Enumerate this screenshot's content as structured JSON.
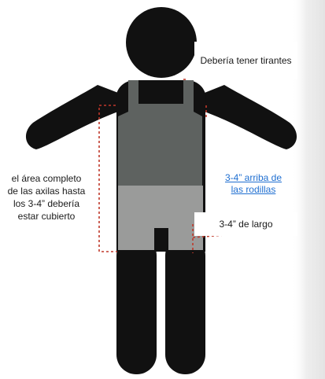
{
  "annotations": {
    "straps": "Debería tener tirantes",
    "armpits_line1": "el área completo",
    "armpits_line2": "de las axilas hasta",
    "armpits_line3": "los 3-4” debería",
    "armpits_line4": "estar cubierto",
    "knees_line1": "3-4” arriba de",
    "knees_line2": "las rodillas",
    "length": "3-4” de largo"
  },
  "colors": {
    "figure": "#111111",
    "swimsuit_top": "#5e6260",
    "swimsuit_bottom": "#9a9b9a",
    "dashed_guide": "#c0392b",
    "link_text": "#1f6fd1",
    "side_panel": "#ececec"
  }
}
